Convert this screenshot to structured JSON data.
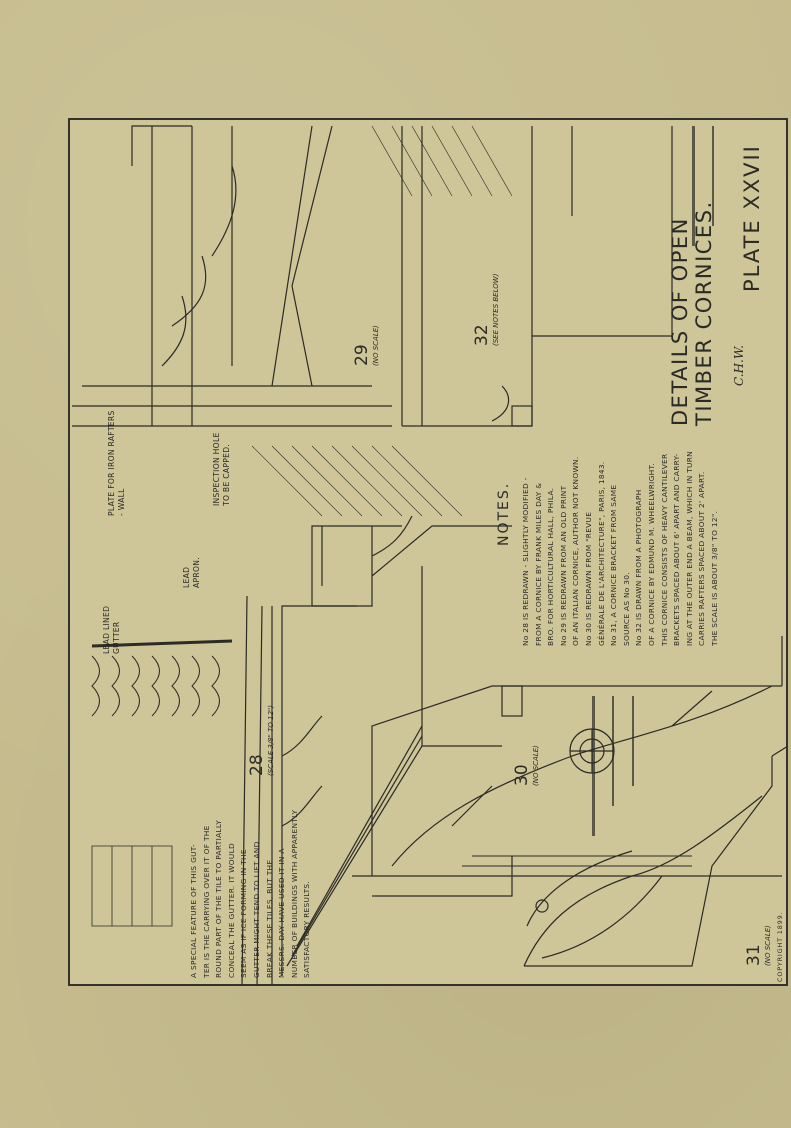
{
  "plate": {
    "title_line1": "DETAILS OF OPEN",
    "title_line2": "TIMBER CORNICES.",
    "number": "PLATE XXVII",
    "monogram": "C.H.W.",
    "copyright": "COPYRIGHT 1899."
  },
  "notes": {
    "heading": "NOTES.",
    "lines": [
      "No 28 IS REDRAWN - SLIGHTLY MODIFIED -",
      "FROM A CORNICE BY FRANK MILES DAY &",
      "BRO. FOR HORTICULTURAL HALL, PHILA.",
      "No 29 IS REDRAWN FROM AN OLD PRINT",
      "OF AN ITALIAN CORNICE, AUTHOR NOT KNOWN.",
      "No 30 IS REDRAWN FROM \"REVUE",
      "GÉNÉRALE DE L'ARCHITECTURE\", PARIS, 1843.",
      "No 31, A CORNICE BRACKET FROM SAME",
      "SOURCE AS No 30.",
      "No 32 IS DRAWN FROM A PHOTOGRAPH",
      "OF A CORNICE BY EDMUND M. WHEELWRIGHT.",
      "THIS CORNICE CONSISTS OF HEAVY CANTILEVER",
      "BRACKETS SPACED ABOUT 6' APART AND CARRY-",
      "ING AT THE OUTER END A BEAM, WHICH IN TURN",
      "CARRIES RAFTERS SPACED ABOUT 2' APART.",
      "THE SCALE IS ABOUT 3/8\" TO 12\"."
    ]
  },
  "gutter_note": {
    "lines": [
      "A SPECIAL FEATURE OF THIS GUT-",
      "TER IS THE CARRYING OVER IT OF THE",
      "ROUND PART OF THE TILE TO PARTIALLY",
      "CONCEAL THE GUTTER. IT WOULD",
      "SEEM AS IF ICE FORMING IN THE",
      "GUTTER MIGHT TEND TO LIFT AND",
      "BREAK THESE TILES, BUT THE",
      "MESSRS. DAY HAVE USED IT IN A",
      "NUMBER OF BUILDINGS WITH APPARENTLY",
      "SATISFACTORY RESULTS."
    ]
  },
  "callouts": {
    "lead_lined_gutter": [
      "LEAD LINED",
      "GUTTER"
    ],
    "lead_apron": [
      "LEAD",
      "APRON."
    ],
    "plate_rafters": [
      "PLATE FOR IRON RAFTERS",
      "- WALL"
    ],
    "inspection_hole": [
      "INSPECTION HOLE",
      "TO BE CAPPED."
    ]
  },
  "figures": [
    {
      "number": "28",
      "scale": "(SCALE 3/8\" TO 12\")"
    },
    {
      "number": "29",
      "scale": "(NO SCALE)"
    },
    {
      "number": "30",
      "scale": "(NO SCALE)"
    },
    {
      "number": "31",
      "scale": "(NO SCALE)"
    },
    {
      "number": "32",
      "scale": "(SEE NOTES BELOW)"
    }
  ],
  "colors": {
    "paper": "#c6bc8e",
    "plate_background": "#cec598",
    "ink": "#2c2b26"
  }
}
